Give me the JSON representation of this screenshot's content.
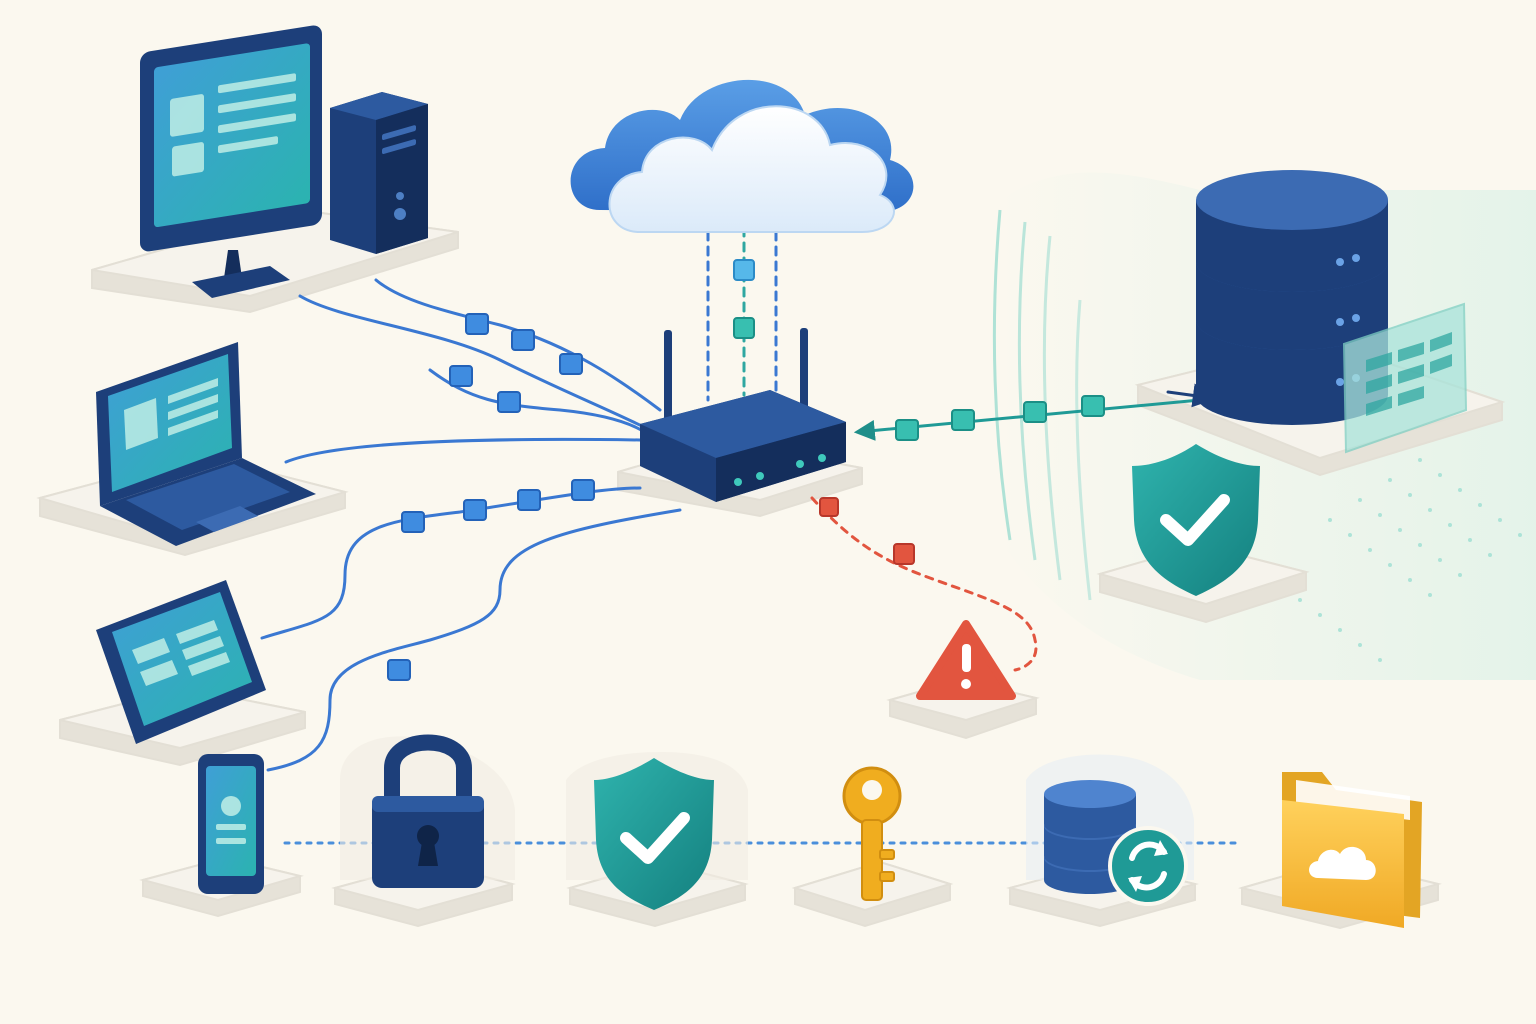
{
  "diagram": {
    "colors": {
      "background": "#fbf8ef",
      "navy": "#1d3f7a",
      "navy_dark": "#142e5c",
      "blue_link": "#3a78d2",
      "teal": "#1f9a96",
      "teal_screen": "#4cc2b8",
      "alert_red": "#e2553f",
      "key_gold": "#f0ad1f",
      "folder_yellow": "#f5c24a",
      "platform": "#f6f3ec",
      "platform_side": "#e3dfd5"
    },
    "nodes": [
      {
        "id": "desktop",
        "icon": "desktop-monitor-icon"
      },
      {
        "id": "tower",
        "icon": "server-tower-icon"
      },
      {
        "id": "laptop",
        "icon": "laptop-icon"
      },
      {
        "id": "tablet",
        "icon": "tablet-icon"
      },
      {
        "id": "phone",
        "icon": "smartphone-icon"
      },
      {
        "id": "cloud",
        "icon": "cloud-icon"
      },
      {
        "id": "router",
        "icon": "router-icon"
      },
      {
        "id": "database",
        "icon": "database-server-icon"
      },
      {
        "id": "firewall-shield",
        "icon": "shield-check-icon"
      },
      {
        "id": "alert",
        "icon": "warning-triangle-icon"
      },
      {
        "id": "lock",
        "icon": "padlock-icon"
      },
      {
        "id": "shield",
        "icon": "shield-check-icon"
      },
      {
        "id": "key",
        "icon": "key-icon"
      },
      {
        "id": "backup",
        "icon": "database-sync-icon"
      },
      {
        "id": "cloud-folder",
        "icon": "cloud-folder-icon"
      }
    ],
    "links": [
      {
        "from": "desktop",
        "to": "router",
        "style": "solid",
        "color": "blue_link",
        "packets": 3
      },
      {
        "from": "tower",
        "to": "router",
        "style": "solid",
        "color": "blue_link",
        "packets": 3
      },
      {
        "from": "laptop",
        "to": "router",
        "style": "solid",
        "color": "blue_link",
        "packets": 0
      },
      {
        "from": "tablet",
        "to": "router",
        "style": "solid",
        "color": "blue_link",
        "packets": 4
      },
      {
        "from": "phone",
        "to": "router",
        "style": "solid",
        "color": "blue_link",
        "packets": 1
      },
      {
        "from": "cloud",
        "to": "router",
        "style": "dashed",
        "color": "blue_link",
        "packets": 2
      },
      {
        "from": "router",
        "to": "database",
        "style": "solid-arrow",
        "color": "teal",
        "packets": 4
      },
      {
        "from": "router",
        "to": "alert",
        "style": "dashed",
        "color": "alert_red",
        "packets": 2
      },
      {
        "from": "phone",
        "to": "lock",
        "style": "dotted",
        "color": "blue_link",
        "packets": 0
      },
      {
        "from": "lock",
        "to": "shield",
        "style": "dotted",
        "color": "blue_link",
        "packets": 0
      },
      {
        "from": "shield",
        "to": "key",
        "style": "dotted",
        "color": "blue_link",
        "packets": 0
      },
      {
        "from": "key",
        "to": "backup",
        "style": "dotted",
        "color": "blue_link",
        "packets": 0
      },
      {
        "from": "backup",
        "to": "cloud-folder",
        "style": "dotted",
        "color": "blue_link",
        "packets": 0
      }
    ]
  }
}
